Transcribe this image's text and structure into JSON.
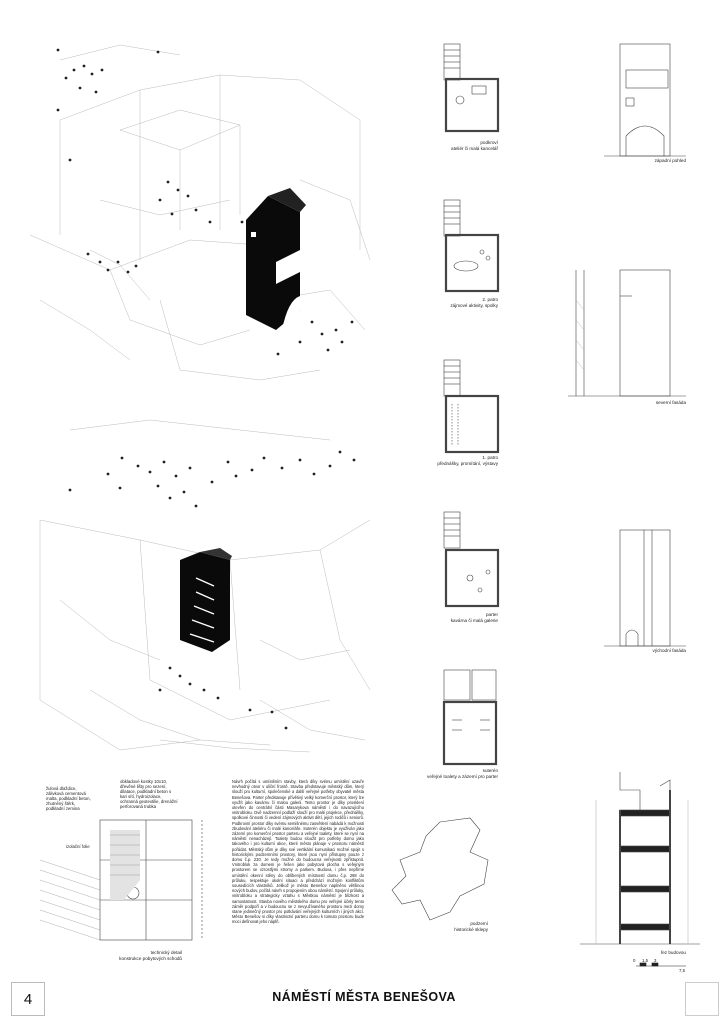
{
  "page": {
    "number": "4",
    "title": "NÁMĚSTÍ MĚSTA BENEŠOVA"
  },
  "plans": [
    {
      "line1": "podkroví",
      "line2": "ateliér či malá kancelář"
    },
    {
      "line1": "2. patro",
      "line2": "zájmové aktivity, spolky"
    },
    {
      "line1": "1. patro",
      "line2": "přednášky, promítání, výstavy"
    },
    {
      "line1": "parter",
      "line2": "kavárna či malá galerie"
    },
    {
      "line1": "suterén",
      "line2": "veřejné toalety a zázemí pro parter"
    },
    {
      "line1": "podzemí",
      "line2": "historické sklepy"
    }
  ],
  "elevations": [
    {
      "label": "západní pohled"
    },
    {
      "label": "severní fasáda"
    },
    {
      "label": "východní fasáda"
    },
    {
      "label": "řez budovou"
    }
  ],
  "detail": {
    "caption1": "technický detail",
    "caption2": "konstrukce pobytových schodů",
    "note_left": "žulová dlaždice, zálivková cementová malta, podkladní beton, zhutněný štěrk, podkladní zemina",
    "note_right": "obkladové kostky 10x10, dřevěné lišty pro sezení, dilatace, podkladní beton s kari sítí, hydroizolace, ochranná geotextilie, drenážní perforovaná trubka",
    "note_wall": "izolační folie"
  },
  "scale": {
    "ticks": [
      "0",
      "1,5",
      "3"
    ],
    "end": "7,5"
  },
  "description": "Návrh počítá s umístěním stavby, která díky svému umístění uzavře nevhodný otvor v uliční frontě. Stavba představuje městský dům, který slouží pro kulturní, společenské a další veřejné potřeby obyvatel města Benešova. Parter představuje přívětivý velký komerční prostor, který lze využít jako kavárnu či malou galerii. Tento prostor je díky prosklení otevřen do centrální části Masarykova náměstí i do navazujícího vnitrobloku. Dvě nadzemní podlaží slouží pro malé projekce, přednášky, spolkové činnosti či vedení zájmových aktivit dětí, jejich rodičů i seniorů. Podkrovní prostor díky svému semišnému zasvětlení nabádá k možnosti zbudování ateliéru či malé kanceláře. Suterén objektu je využíván jako zázemí pro komerční prostor parteru a veřejné toalety, které se nyní na náměstí nenacházejí. Toalety budou sloužit pro potřeby domu jako takového i pro kulturní akce, které město plánuje v prostoru náměstí pořádat. Městský dům je díky své vertikální komunikaci možné spojit s historickými podzemními prostory, které jsou nyní přístupny pouze z domu č.p. 230. Je tedy možné do budoucna veřejnosti zpřístupnit. Vnitroblok za domem je řešen jako pobytová plocha s veřejným prostorem se vzrostlými stromy a parkem. Budova, i přes nepřímé umístění okenní stěny do oblíbených místností domu č.p. 288 do průluku, respektuje okolní situaci a předchází možným konfliktům sousedících vlastníků. Jelikož je město Benešov naplněno většinou nových budov, počítá návrh s propojením obou náměstí. Spojení průluky, vnitrobloku a strategicky vztahu s Městkou náměstí je blízkost a samostatnost. Stavba nového městského domu pro veřejné účely tento záměr podpoří a v budoucnu se z nevyužívaného prostoru mezi domy stane jedinečný prostor pro potkávání veřejných kulturních i jiných akcí. Město Benešov si díky vlastnictví parteru domu k tomuto prostoru bude moci definovat jeho náplň."
}
